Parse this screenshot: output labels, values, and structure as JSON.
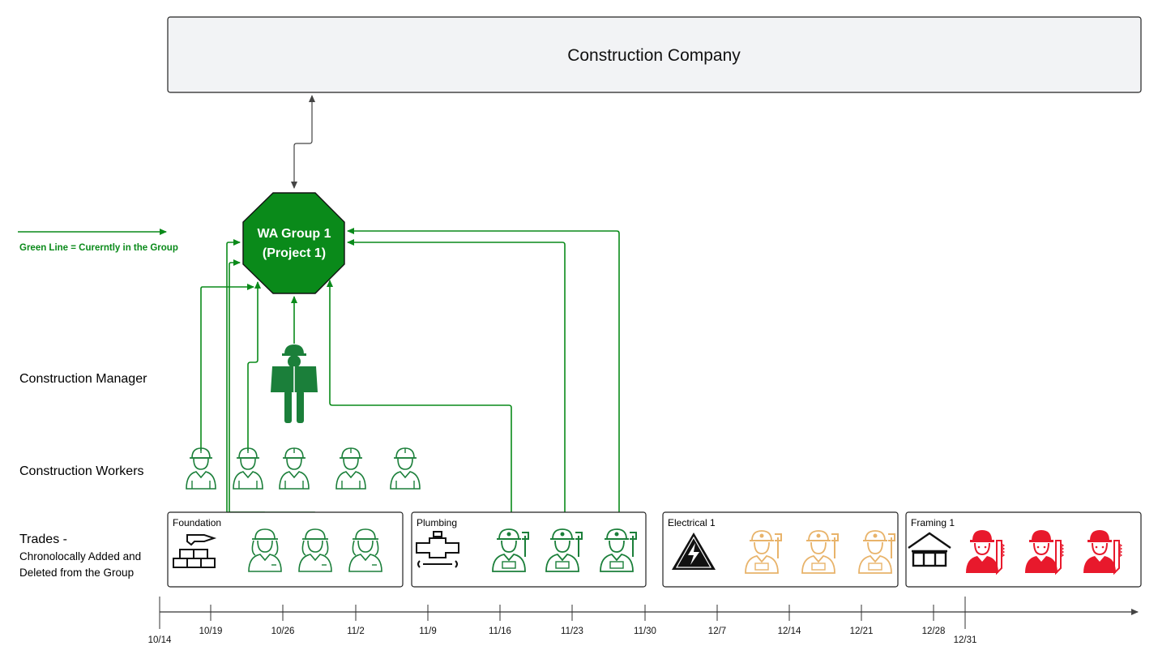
{
  "company": {
    "title": "Construction Company"
  },
  "group": {
    "line1": "WA Group 1",
    "line2": "(Project 1)",
    "fill": "#0a8a1a"
  },
  "legend": {
    "text": "Green Line = Curerntly in the Group",
    "color": "#0a8a1a"
  },
  "rows": {
    "manager": "Construction Manager",
    "workers": "Construction Workers",
    "trades_line1": "Trades -",
    "trades_line2": "Chronolocally Added and",
    "trades_line3": "Deleted from the Group"
  },
  "trades": [
    {
      "name": "Foundation",
      "icon": "bricks-icon",
      "person_icon": "female-worker-icon",
      "color": "#1b7f3a"
    },
    {
      "name": "Plumbing",
      "icon": "pipe-wrench-icon",
      "person_icon": "plumber-icon",
      "color": "#1b7f3a"
    },
    {
      "name": "Electrical 1",
      "icon": "high-voltage-icon",
      "person_icon": "electrician-icon",
      "color": "#e8b36a"
    },
    {
      "name": "Framing 1",
      "icon": "house-frame-icon",
      "person_icon": "carpenter-icon",
      "color": "#e8192c"
    }
  ],
  "timeline": {
    "ticks": [
      "10/14",
      "10/19",
      "10/26",
      "11/2",
      "11/9",
      "11/16",
      "11/23",
      "11/30",
      "12/7",
      "12/14",
      "12/21",
      "12/28",
      "12/31"
    ]
  },
  "colors": {
    "green": "#0a8a1a",
    "worker_green": "#1b7f3a",
    "panel": "#f2f3f5",
    "stroke": "#222222"
  }
}
